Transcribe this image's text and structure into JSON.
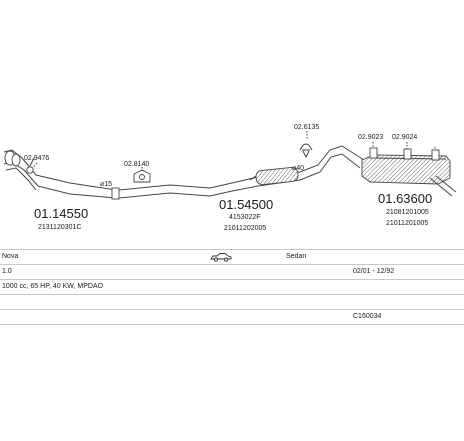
{
  "parts": {
    "front_pipe": {
      "number": "01.14550",
      "oem": "2131120301C",
      "gasket": "02.9476",
      "diameter": "⌀15"
    },
    "centre_cat": {
      "number": "01.54500",
      "oem_1": "4153022F",
      "oem_2": "21011202005",
      "hanger": "02.8140"
    },
    "rear_silencer": {
      "number": "01.63600",
      "oem_1": "21081201005",
      "oem_2": "21011201005",
      "clamp": "02.6135",
      "diameter": "⌀40",
      "hanger_1": "02.9023",
      "hanger_2": "02.9024"
    }
  },
  "vehicle": {
    "make_model": "Nova",
    "body": "Sedan",
    "engine": "1.0",
    "dates": "02/01 - 12/92",
    "spec": "1000 cc, 65 HP, 40 KW, MPDAO",
    "code": "C160034",
    "icon": "car-icon"
  }
}
